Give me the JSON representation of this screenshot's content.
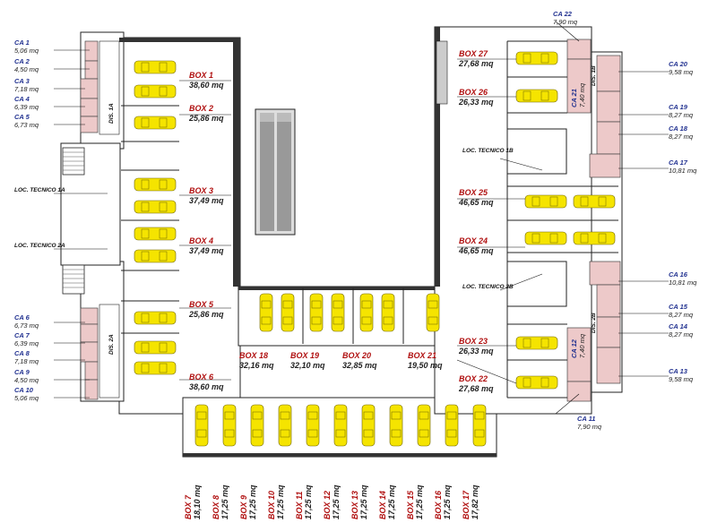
{
  "cellars": [
    {
      "id": "CA 1",
      "area": "5,06 mq"
    },
    {
      "id": "CA 2",
      "area": "4,50 mq"
    },
    {
      "id": "CA 3",
      "area": "7,18 mq"
    },
    {
      "id": "CA 4",
      "area": "6,39 mq"
    },
    {
      "id": "CA 5",
      "area": "6,73 mq"
    },
    {
      "id": "CA 6",
      "area": "6,73 mq"
    },
    {
      "id": "CA 7",
      "area": "6,39 mq"
    },
    {
      "id": "CA 8",
      "area": "7,18 mq"
    },
    {
      "id": "CA 9",
      "area": "4,50 mq"
    },
    {
      "id": "CA 10",
      "area": "5,06 mq"
    },
    {
      "id": "CA 11",
      "area": "7,90 mq"
    },
    {
      "id": "CA 12",
      "area": "7,40 mq"
    },
    {
      "id": "CA 13",
      "area": "9,58 mq"
    },
    {
      "id": "CA 14",
      "area": "8,27 mq"
    },
    {
      "id": "CA 15",
      "area": "8,27 mq"
    },
    {
      "id": "CA 16",
      "area": "10,81 mq"
    },
    {
      "id": "CA 17",
      "area": "10,81 mq"
    },
    {
      "id": "CA 18",
      "area": "8,27 mq"
    },
    {
      "id": "CA 19",
      "area": "8,27 mq"
    },
    {
      "id": "CA 20",
      "area": "9,58 mq"
    },
    {
      "id": "CA 21",
      "area": "7,40 mq"
    },
    {
      "id": "CA 22",
      "area": "7,90 mq"
    }
  ],
  "boxes": [
    {
      "id": "BOX 1",
      "area": "38,60 mq"
    },
    {
      "id": "BOX 2",
      "area": "25,86 mq"
    },
    {
      "id": "BOX 3",
      "area": "37,49 mq"
    },
    {
      "id": "BOX 4",
      "area": "37,49 mq"
    },
    {
      "id": "BOX 5",
      "area": "25,86 mq"
    },
    {
      "id": "BOX 6",
      "area": "38,60 mq"
    },
    {
      "id": "BOX 7",
      "area": "18,10 mq"
    },
    {
      "id": "BOX 8",
      "area": "17,25 mq"
    },
    {
      "id": "BOX 9",
      "area": "17,25 mq"
    },
    {
      "id": "BOX 10",
      "area": "17,25 mq"
    },
    {
      "id": "BOX 11",
      "area": "17,25 mq"
    },
    {
      "id": "BOX 12",
      "area": "17,25 mq"
    },
    {
      "id": "BOX 13",
      "area": "17,25 mq"
    },
    {
      "id": "BOX 14",
      "area": "17,25 mq"
    },
    {
      "id": "BOX 15",
      "area": "17,25 mq"
    },
    {
      "id": "BOX 16",
      "area": "17,25 mq"
    },
    {
      "id": "BOX 17",
      "area": "17,82 mq"
    },
    {
      "id": "BOX 18",
      "area": "32,16 mq"
    },
    {
      "id": "BOX 19",
      "area": "32,10 mq"
    },
    {
      "id": "BOX 20",
      "area": "32,85 mq"
    },
    {
      "id": "BOX 21",
      "area": "19,50 mq"
    },
    {
      "id": "BOX 22",
      "area": "27,68 mq"
    },
    {
      "id": "BOX 23",
      "area": "26,33 mq"
    },
    {
      "id": "BOX 24",
      "area": "46,65 mq"
    },
    {
      "id": "BOX 25",
      "area": "46,65 mq"
    },
    {
      "id": "BOX 26",
      "area": "26,33 mq"
    },
    {
      "id": "BOX 27",
      "area": "27,68 mq"
    }
  ],
  "technical_rooms": [
    "LOC. TECNICO 1A",
    "LOC. TECNICO 2A",
    "LOC. TECNICO 1B",
    "LOC. TECNICO 2B"
  ],
  "corridors": [
    "DIS. 1A",
    "DIS. 2A",
    "DIS. 1B",
    "DIS. 2B"
  ],
  "colors": {
    "car": "#f5e400",
    "cellar": "#edc9c9",
    "box_label": "#b01010",
    "cellar_label": "#1f2f8f",
    "wall": "#333333"
  }
}
